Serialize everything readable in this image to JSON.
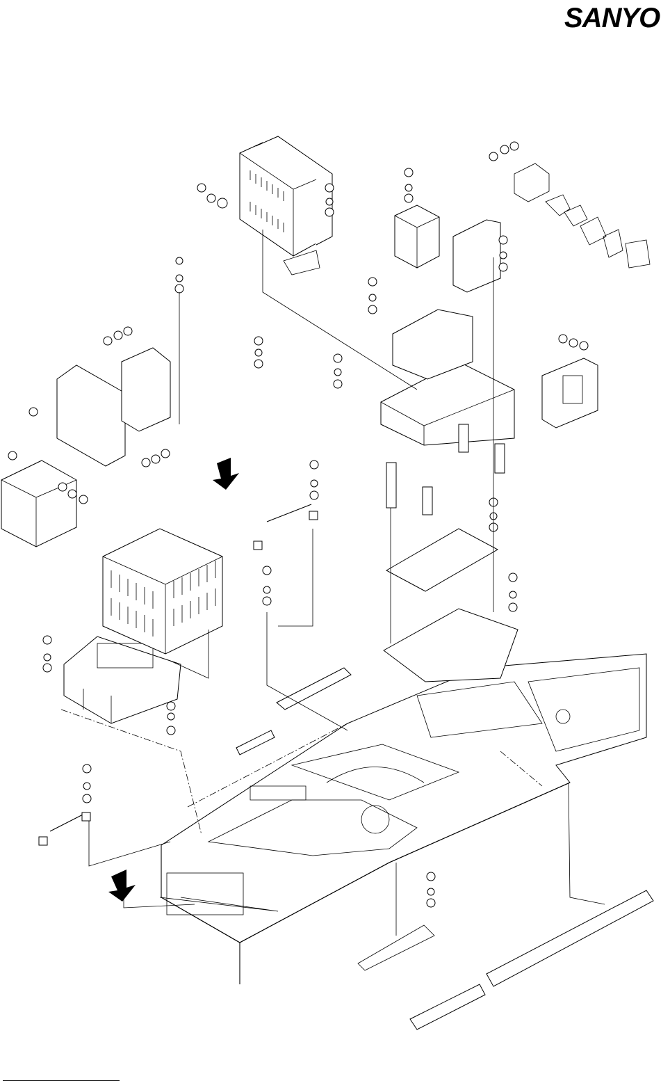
{
  "header": {
    "brand_logo": "SANYO"
  },
  "diagram": {
    "type": "exploded-parts-view",
    "callout_labels_visible": false,
    "arrow_indicators": 2
  },
  "colors": {
    "ink": "#000000",
    "paper": "#ffffff"
  }
}
